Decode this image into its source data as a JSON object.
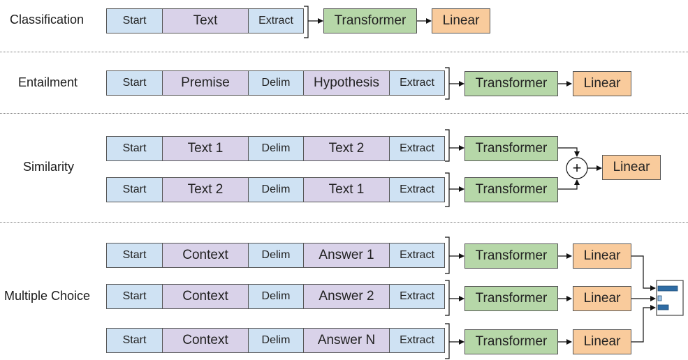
{
  "tasks": {
    "classification": {
      "label": "Classification",
      "sequence": [
        "Start",
        "Text",
        "Extract"
      ],
      "model": "Transformer",
      "head": "Linear"
    },
    "entailment": {
      "label": "Entailment",
      "sequence": [
        "Start",
        "Premise",
        "Delim",
        "Hypothesis",
        "Extract"
      ],
      "model": "Transformer",
      "head": "Linear"
    },
    "similarity": {
      "label": "Similarity",
      "rows": [
        {
          "sequence": [
            "Start",
            "Text 1",
            "Delim",
            "Text 2",
            "Extract"
          ],
          "model": "Transformer"
        },
        {
          "sequence": [
            "Start",
            "Text 2",
            "Delim",
            "Text 1",
            "Extract"
          ],
          "model": "Transformer"
        }
      ],
      "combine_symbol": "+",
      "head": "Linear"
    },
    "multiple_choice": {
      "label": "Multiple Choice",
      "rows": [
        {
          "sequence": [
            "Start",
            "Context",
            "Delim",
            "Answer 1",
            "Extract"
          ],
          "model": "Transformer",
          "head": "Linear"
        },
        {
          "sequence": [
            "Start",
            "Context",
            "Delim",
            "Answer 2",
            "Extract"
          ],
          "model": "Transformer",
          "head": "Linear"
        },
        {
          "sequence": [
            "Start",
            "Context",
            "Delim",
            "Answer N",
            "Extract"
          ],
          "model": "Transformer",
          "head": "Linear"
        }
      ],
      "output_icon": "bar-chart-icon"
    }
  },
  "colors": {
    "token_special": "#cfe2f3",
    "token_text": "#d9d2e9",
    "transformer": "#b6d7a8",
    "linear": "#f9cb9c",
    "bar": "#2e6ca4"
  }
}
